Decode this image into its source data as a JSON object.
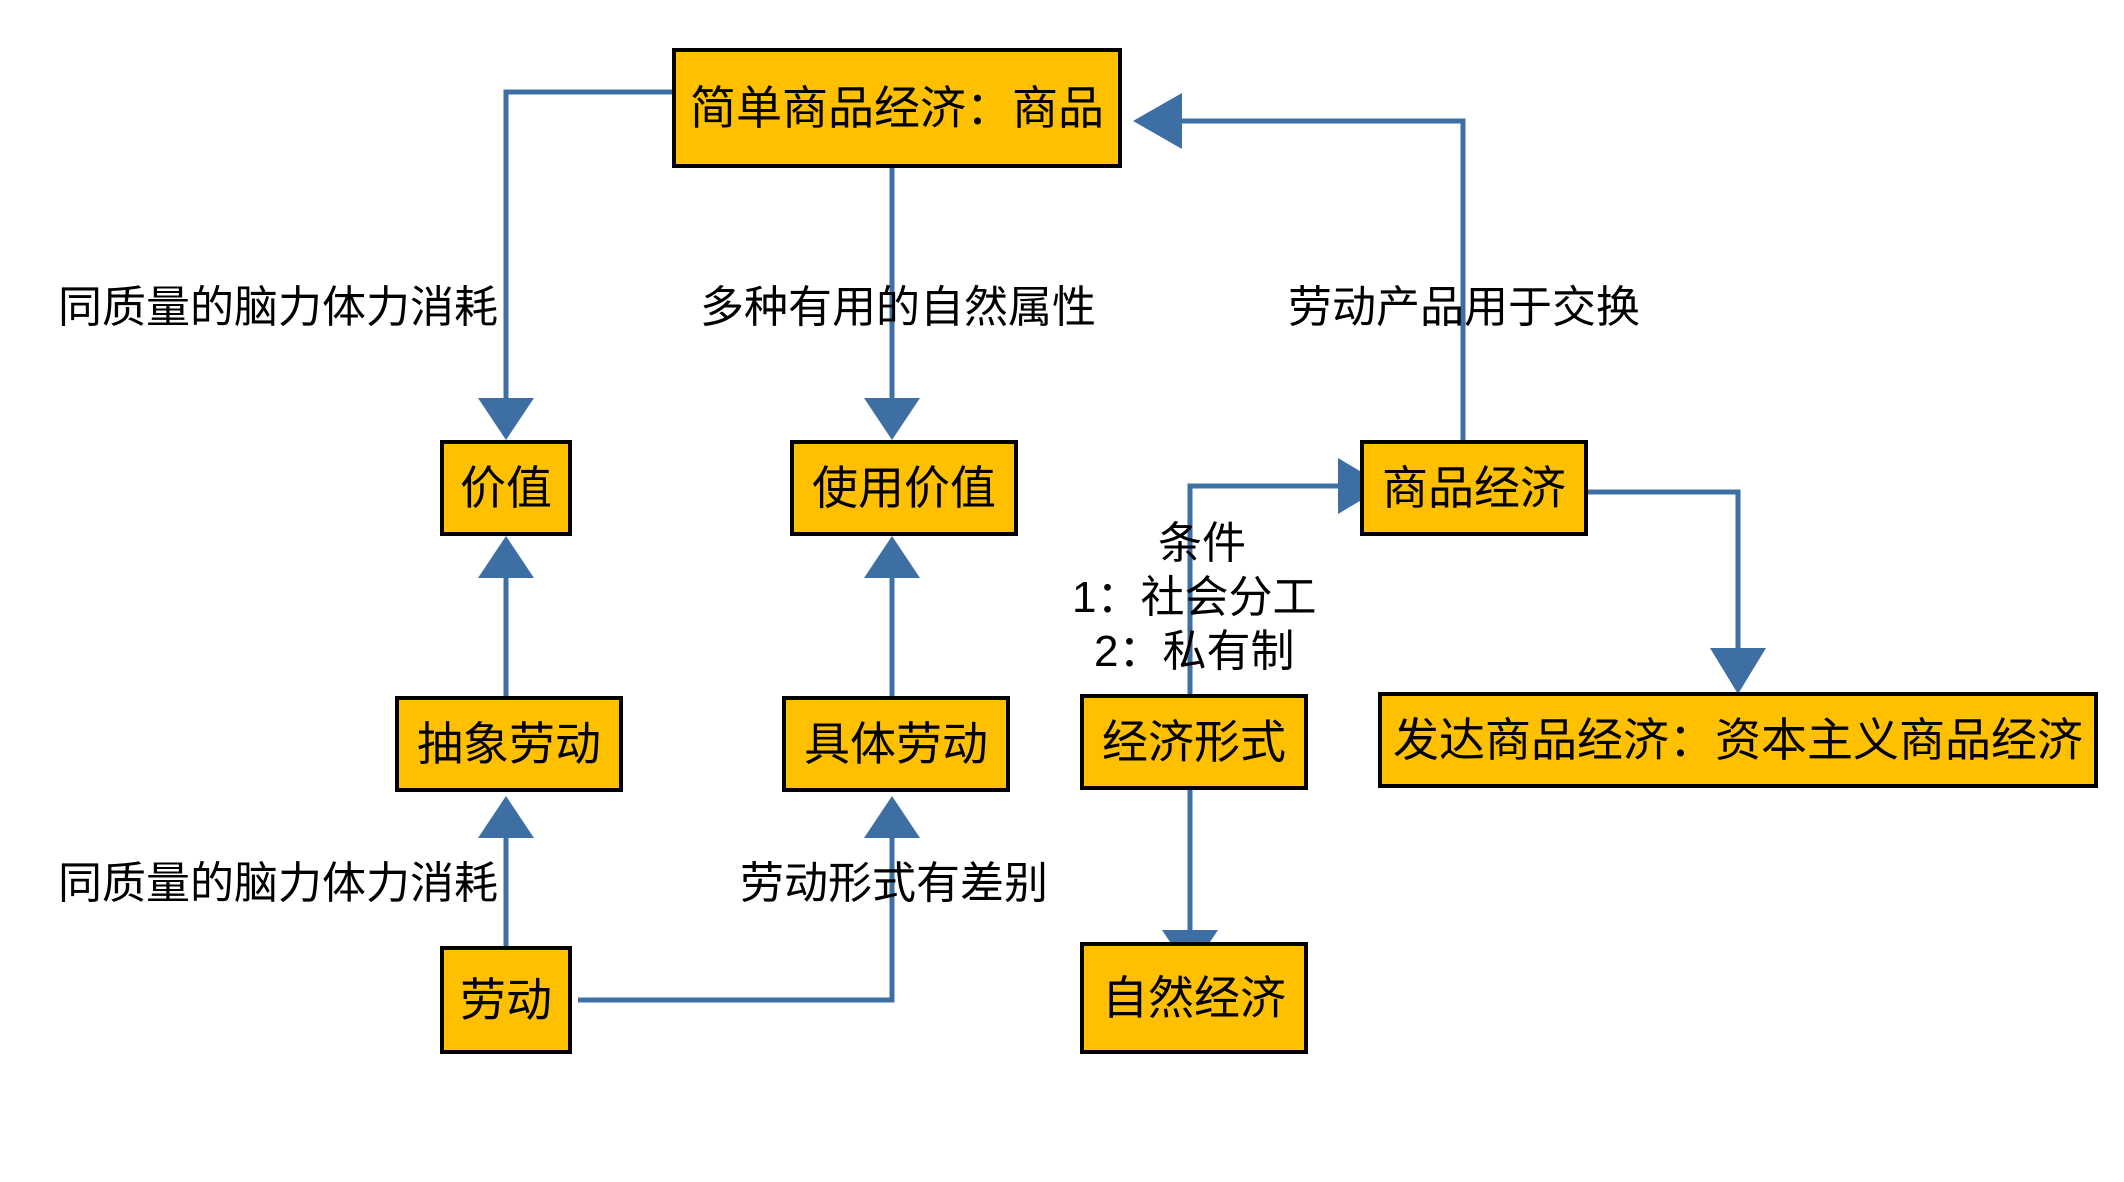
{
  "diagram": {
    "title_node": "简单商品经济：商品",
    "accent_colors": {
      "node_fill": "#FFC000",
      "node_border": "#000000",
      "connector": "#3D6FA5",
      "background": "#FFFFFF"
    },
    "nodes": [
      {
        "id": "simple-commodity-economy",
        "label": "简单商品经济：商品"
      },
      {
        "id": "value",
        "label": "价值"
      },
      {
        "id": "use-value",
        "label": "使用价值"
      },
      {
        "id": "commodity-economy",
        "label": "商品经济"
      },
      {
        "id": "abstract-labor",
        "label": "抽象劳动"
      },
      {
        "id": "concrete-labor",
        "label": "具体劳动"
      },
      {
        "id": "economic-form",
        "label": "经济形式"
      },
      {
        "id": "developed-commodity-economy",
        "label": "发达商品经济：资本主义商品经济"
      },
      {
        "id": "labor",
        "label": "劳动"
      },
      {
        "id": "natural-economy",
        "label": "自然经济"
      }
    ],
    "edge_labels": [
      {
        "id": "to-value",
        "text": "同质量的脑力体力消耗"
      },
      {
        "id": "to-use-value",
        "text": "多种有用的自然属性"
      },
      {
        "id": "to-commodity",
        "text": "劳动产品用于交换"
      },
      {
        "id": "conditions-line1",
        "text": "条件"
      },
      {
        "id": "conditions-line2",
        "text": "1：社会分工"
      },
      {
        "id": "conditions-line3",
        "text": "2：私有制"
      },
      {
        "id": "labor-to-abstract",
        "text": "同质量的脑力体力消耗"
      },
      {
        "id": "labor-to-concrete",
        "text": "劳动形式有差别"
      }
    ],
    "edges": [
      {
        "from": "simple-commodity-economy",
        "to": "value",
        "label": "同质量的脑力体力消耗"
      },
      {
        "from": "simple-commodity-economy",
        "to": "use-value",
        "label": "多种有用的自然属性"
      },
      {
        "from": "commodity-economy",
        "to": "simple-commodity-economy",
        "label": "劳动产品用于交换"
      },
      {
        "from": "abstract-labor",
        "to": "value",
        "label": ""
      },
      {
        "from": "concrete-labor",
        "to": "use-value",
        "label": ""
      },
      {
        "from": "labor",
        "to": "abstract-labor",
        "label": "同质量的脑力体力消耗"
      },
      {
        "from": "labor",
        "to": "concrete-labor",
        "label": "劳动形式有差别"
      },
      {
        "from": "economic-form",
        "to": "commodity-economy",
        "label": "条件 1：社会分工 2：私有制"
      },
      {
        "from": "economic-form",
        "to": "natural-economy",
        "label": ""
      },
      {
        "from": "commodity-economy",
        "to": "developed-commodity-economy",
        "label": ""
      }
    ]
  }
}
